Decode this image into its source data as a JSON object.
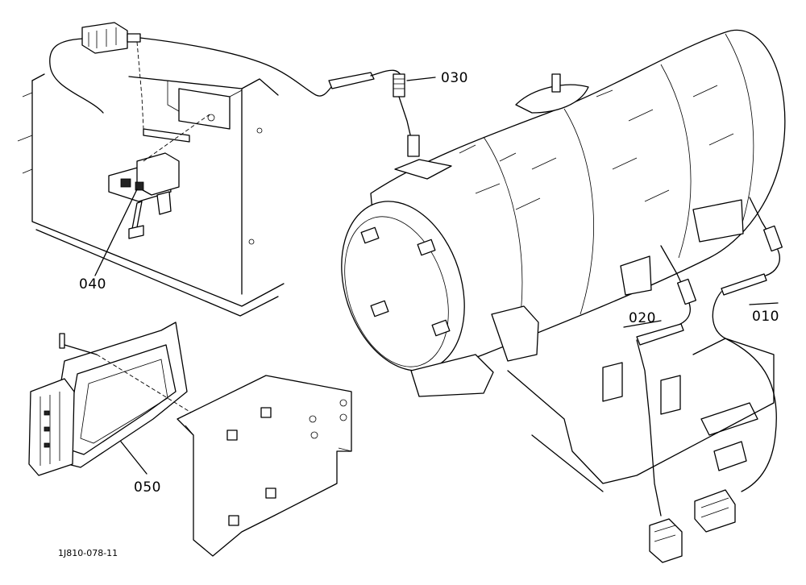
{
  "parts": [
    {
      "id": "010"
    },
    {
      "id": "020"
    },
    {
      "id": "030"
    },
    {
      "id": "040"
    },
    {
      "id": "050"
    }
  ],
  "figure_id": "1J810-078-11"
}
